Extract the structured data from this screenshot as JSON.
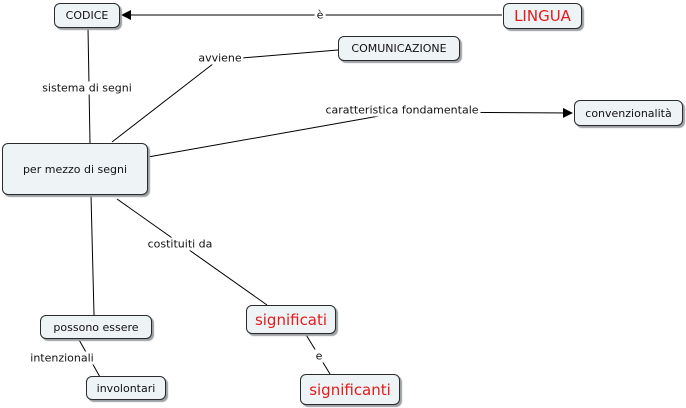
{
  "nodes": {
    "codice": "CODICE",
    "lingua": "LINGUA",
    "comunicazione": "COMUNICAZIONE",
    "convenzionalita": "convenzionalità",
    "segni": "per mezzo di segni",
    "possono": "possono essere",
    "involontari": "involontari",
    "significati": "significati",
    "significanti": "significanti"
  },
  "links": {
    "e_accent": "è",
    "sistema": "sistema di segni",
    "avviene": "avviene",
    "caratteristica": "caratteristica fondamentale",
    "costituiti": "costituiti da",
    "intenzionali": "intenzionali",
    "e": "e"
  },
  "colors": {
    "highlight_text": "#e31b1b",
    "node_fill": "#eef3f5"
  }
}
